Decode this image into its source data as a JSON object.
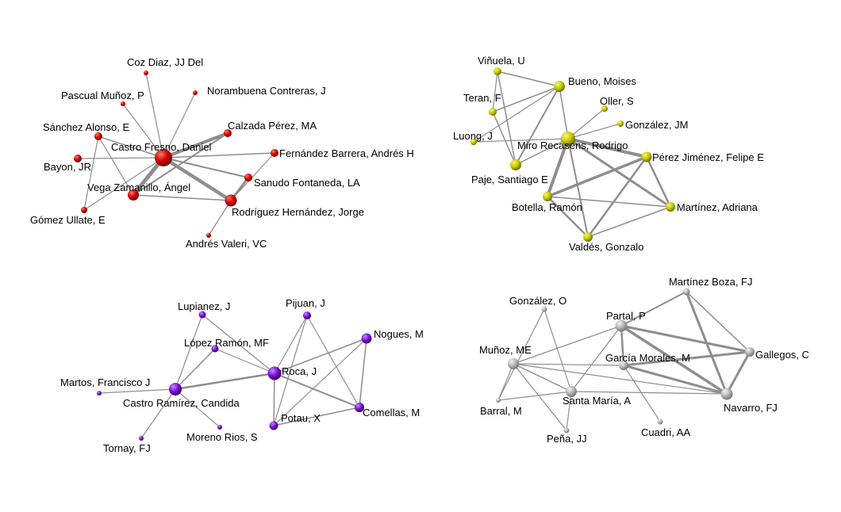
{
  "colors": {
    "red": {
      "base": "#d40000",
      "light": "#ff7a6a",
      "dark": "#7a0000"
    },
    "yellow": {
      "base": "#c8c800",
      "light": "#f6f67a",
      "dark": "#6d6d00"
    },
    "purple": {
      "base": "#7d10d0",
      "light": "#c68cff",
      "dark": "#3a0068"
    },
    "gray": {
      "base": "#b4b4b4",
      "light": "#f4f4f4",
      "dark": "#777777"
    },
    "edge": "#8e8e8e"
  },
  "clusters": [
    {
      "id": "red",
      "color": "red",
      "nodes": [
        {
          "id": "castro",
          "label": "Castro Fresno, Daniel"
        },
        {
          "id": "vega",
          "label": "Vega Zamanillo, Ángel"
        },
        {
          "id": "rodriguez",
          "label": "Rodríguez Hernández, Jorge"
        },
        {
          "id": "calzada",
          "label": "Calzada Pérez, MA"
        },
        {
          "id": "fernandez",
          "label": "Fernández Barrera, Andrés H"
        },
        {
          "id": "sanudo",
          "label": "Sanudo Fontaneda, LA"
        },
        {
          "id": "sanchez",
          "label": "Sánchez Alonso, E"
        },
        {
          "id": "bayon",
          "label": "Bayon, JR"
        },
        {
          "id": "gomez",
          "label": "Gómez Ullate, E"
        },
        {
          "id": "coz",
          "label": "Coz Diaz, JJ Del"
        },
        {
          "id": "pascual",
          "label": "Pascual Muñoz, P"
        },
        {
          "id": "norambuena",
          "label": "Norambuena Contreras, J"
        },
        {
          "id": "andres",
          "label": "Andrés Valeri, VC"
        }
      ]
    },
    {
      "id": "yellow",
      "color": "yellow",
      "nodes": [
        {
          "id": "vinuela",
          "label": "Viñuela, U"
        },
        {
          "id": "bueno",
          "label": "Bueno, Moises"
        },
        {
          "id": "teran",
          "label": "Teran, F"
        },
        {
          "id": "oller",
          "label": "Oller, S"
        },
        {
          "id": "gonzalezjm",
          "label": "González, JM"
        },
        {
          "id": "luong",
          "label": "Luong, J"
        },
        {
          "id": "miro",
          "label": "Miro Recasens, Rodrigo"
        },
        {
          "id": "perez",
          "label": "Pérez Jiménez, Felipe E"
        },
        {
          "id": "paje",
          "label": "Paje, Santiago E"
        },
        {
          "id": "botella",
          "label": "Botella, Ramón"
        },
        {
          "id": "martinez",
          "label": "Martínez, Adriana"
        },
        {
          "id": "valdes",
          "label": "Valdés, Gonzalo"
        }
      ]
    },
    {
      "id": "purple",
      "color": "purple",
      "nodes": [
        {
          "id": "lupianez",
          "label": "Lupianez, J"
        },
        {
          "id": "pijuan",
          "label": "Pijuan, J"
        },
        {
          "id": "nogues",
          "label": "Nogues, M"
        },
        {
          "id": "lopez",
          "label": "López Ramón, MF"
        },
        {
          "id": "roca",
          "label": "Roca, J"
        },
        {
          "id": "martos",
          "label": "Martos, Francisco J"
        },
        {
          "id": "castrorc",
          "label": "Castro Ramírez, Candida"
        },
        {
          "id": "potau",
          "label": "Potau, X"
        },
        {
          "id": "comellas",
          "label": "Comellas, M"
        },
        {
          "id": "moreno",
          "label": "Moreno Rios, S"
        },
        {
          "id": "tornay",
          "label": "Tornay, FJ"
        }
      ]
    },
    {
      "id": "gray",
      "color": "gray",
      "nodes": [
        {
          "id": "martinezboza",
          "label": "Martínez Boza, FJ"
        },
        {
          "id": "gonzalezo",
          "label": "González, O"
        },
        {
          "id": "partal",
          "label": "Partal, P"
        },
        {
          "id": "munoz",
          "label": "Muñoz, ME"
        },
        {
          "id": "garcia",
          "label": "García Morales, M"
        },
        {
          "id": "gallegos",
          "label": "Gallegos, C"
        },
        {
          "id": "santamaria",
          "label": "Santa María, A"
        },
        {
          "id": "navarro",
          "label": "Navarro, FJ"
        },
        {
          "id": "barral",
          "label": "Barral, M"
        },
        {
          "id": "cuadri",
          "label": "Cuadri, AA"
        },
        {
          "id": "pena",
          "label": "Peña, JJ"
        }
      ]
    }
  ]
}
